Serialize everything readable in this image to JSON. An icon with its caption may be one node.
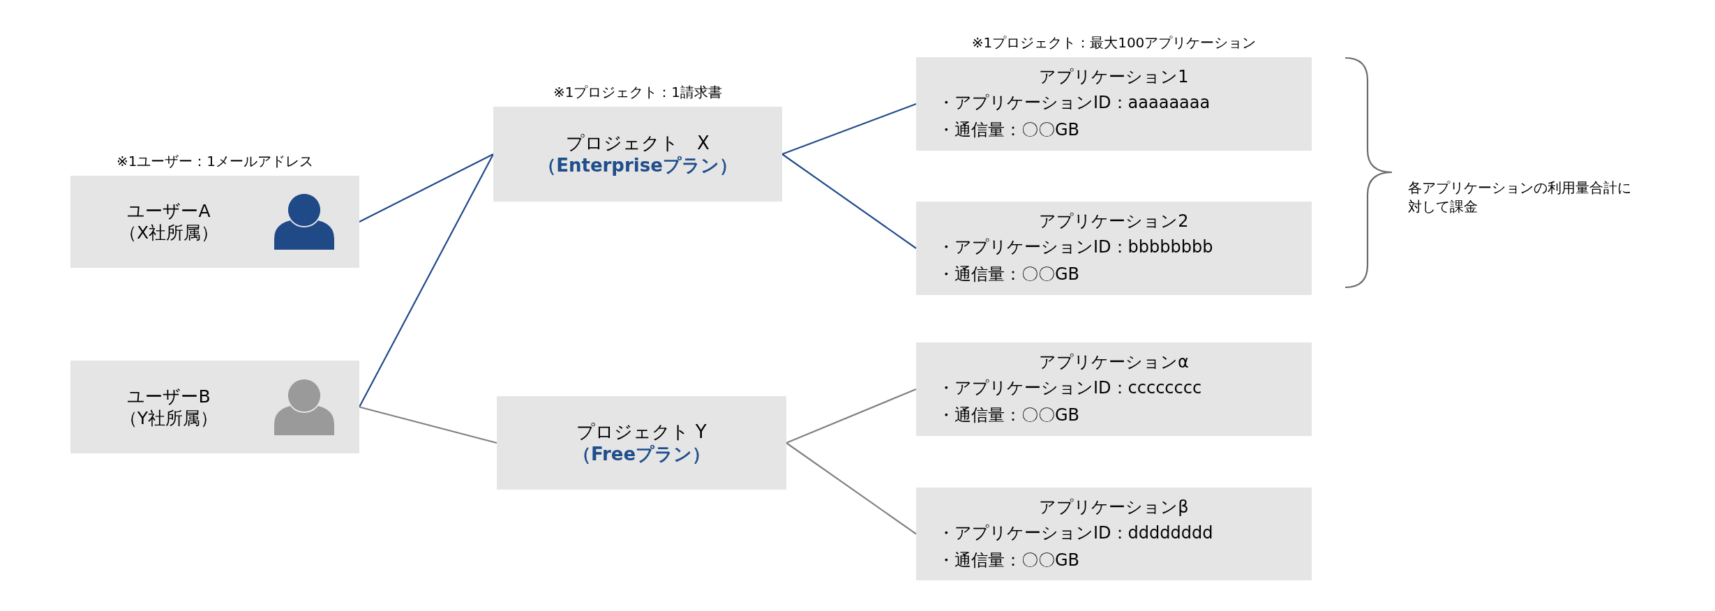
{
  "diagram": {
    "nodes": [
      {
        "text": [
          "ユーザーA",
          "（X社所属）"
        ],
        "beside": [
          "※1ユーザー：1メールアドレス"
        ]
      },
      {
        "text": [
          "ユーザーB",
          "（Y社所属）"
        ]
      },
      {
        "text": [
          "プロジェクト　X",
          "（Enterpriseプラン）"
        ],
        "beside": [
          "※1プロジェクト：1請求書"
        ]
      },
      {
        "text": [
          "プロジェクト Y",
          "（Freeプラン）"
        ]
      },
      {
        "text": [
          "アプリケーション1",
          "・アプリケーションID：aaaaaaaa",
          "・通信量：〇〇GB"
        ],
        "beside": [
          "※1プロジェクト：最大100アプリケーション"
        ]
      },
      {
        "text": [
          "アプリケーション2",
          "・アプリケーションID：bbbbbbbb",
          "・通信量：〇〇GB"
        ]
      },
      {
        "text": [
          "アプリケーションα",
          "・アプリケーションID：cccccccc",
          "・通信量：〇〇GB"
        ]
      },
      {
        "text": [
          "アプリケーションβ",
          "・アプリケーションID：dddddddd",
          "・通信量：〇〇GB"
        ]
      }
    ],
    "edges": [
      {
        "from": 0,
        "to": 2,
        "arrow": "none"
      },
      {
        "from": 1,
        "to": 2,
        "arrow": "none"
      },
      {
        "from": 1,
        "to": 3,
        "arrow": "none",
        "color": "#808080"
      },
      {
        "from": 2,
        "to": 4,
        "arrow": "none"
      },
      {
        "from": 2,
        "to": 5,
        "arrow": "none"
      },
      {
        "from": 3,
        "to": 6,
        "arrow": "none",
        "color": "#808080"
      },
      {
        "from": 3,
        "to": 7,
        "arrow": "none",
        "color": "#808080"
      }
    ],
    "labels": [
      "各アプリケーションの利用量合計に対して課金"
    ]
  }
}
